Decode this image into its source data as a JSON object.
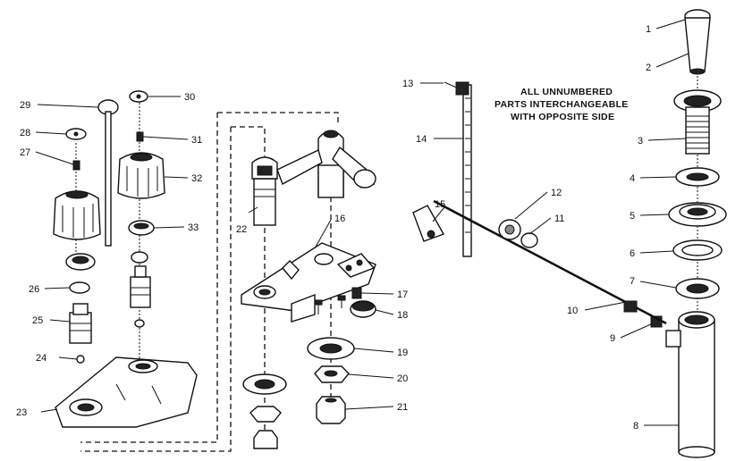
{
  "note": {
    "line1": "ALL UNNUMBERED",
    "line2": "PARTS INTERCHANGEABLE",
    "line3": "WITH OPPOSITE SIDE"
  },
  "callouts": [
    "1",
    "2",
    "3",
    "4",
    "5",
    "6",
    "7",
    "8",
    "9",
    "10",
    "11",
    "12",
    "13",
    "14",
    "15",
    "16",
    "17",
    "18",
    "19",
    "20",
    "21",
    "22",
    "23",
    "24",
    "25",
    "26",
    "27",
    "28",
    "29",
    "30",
    "31",
    "32",
    "33"
  ]
}
